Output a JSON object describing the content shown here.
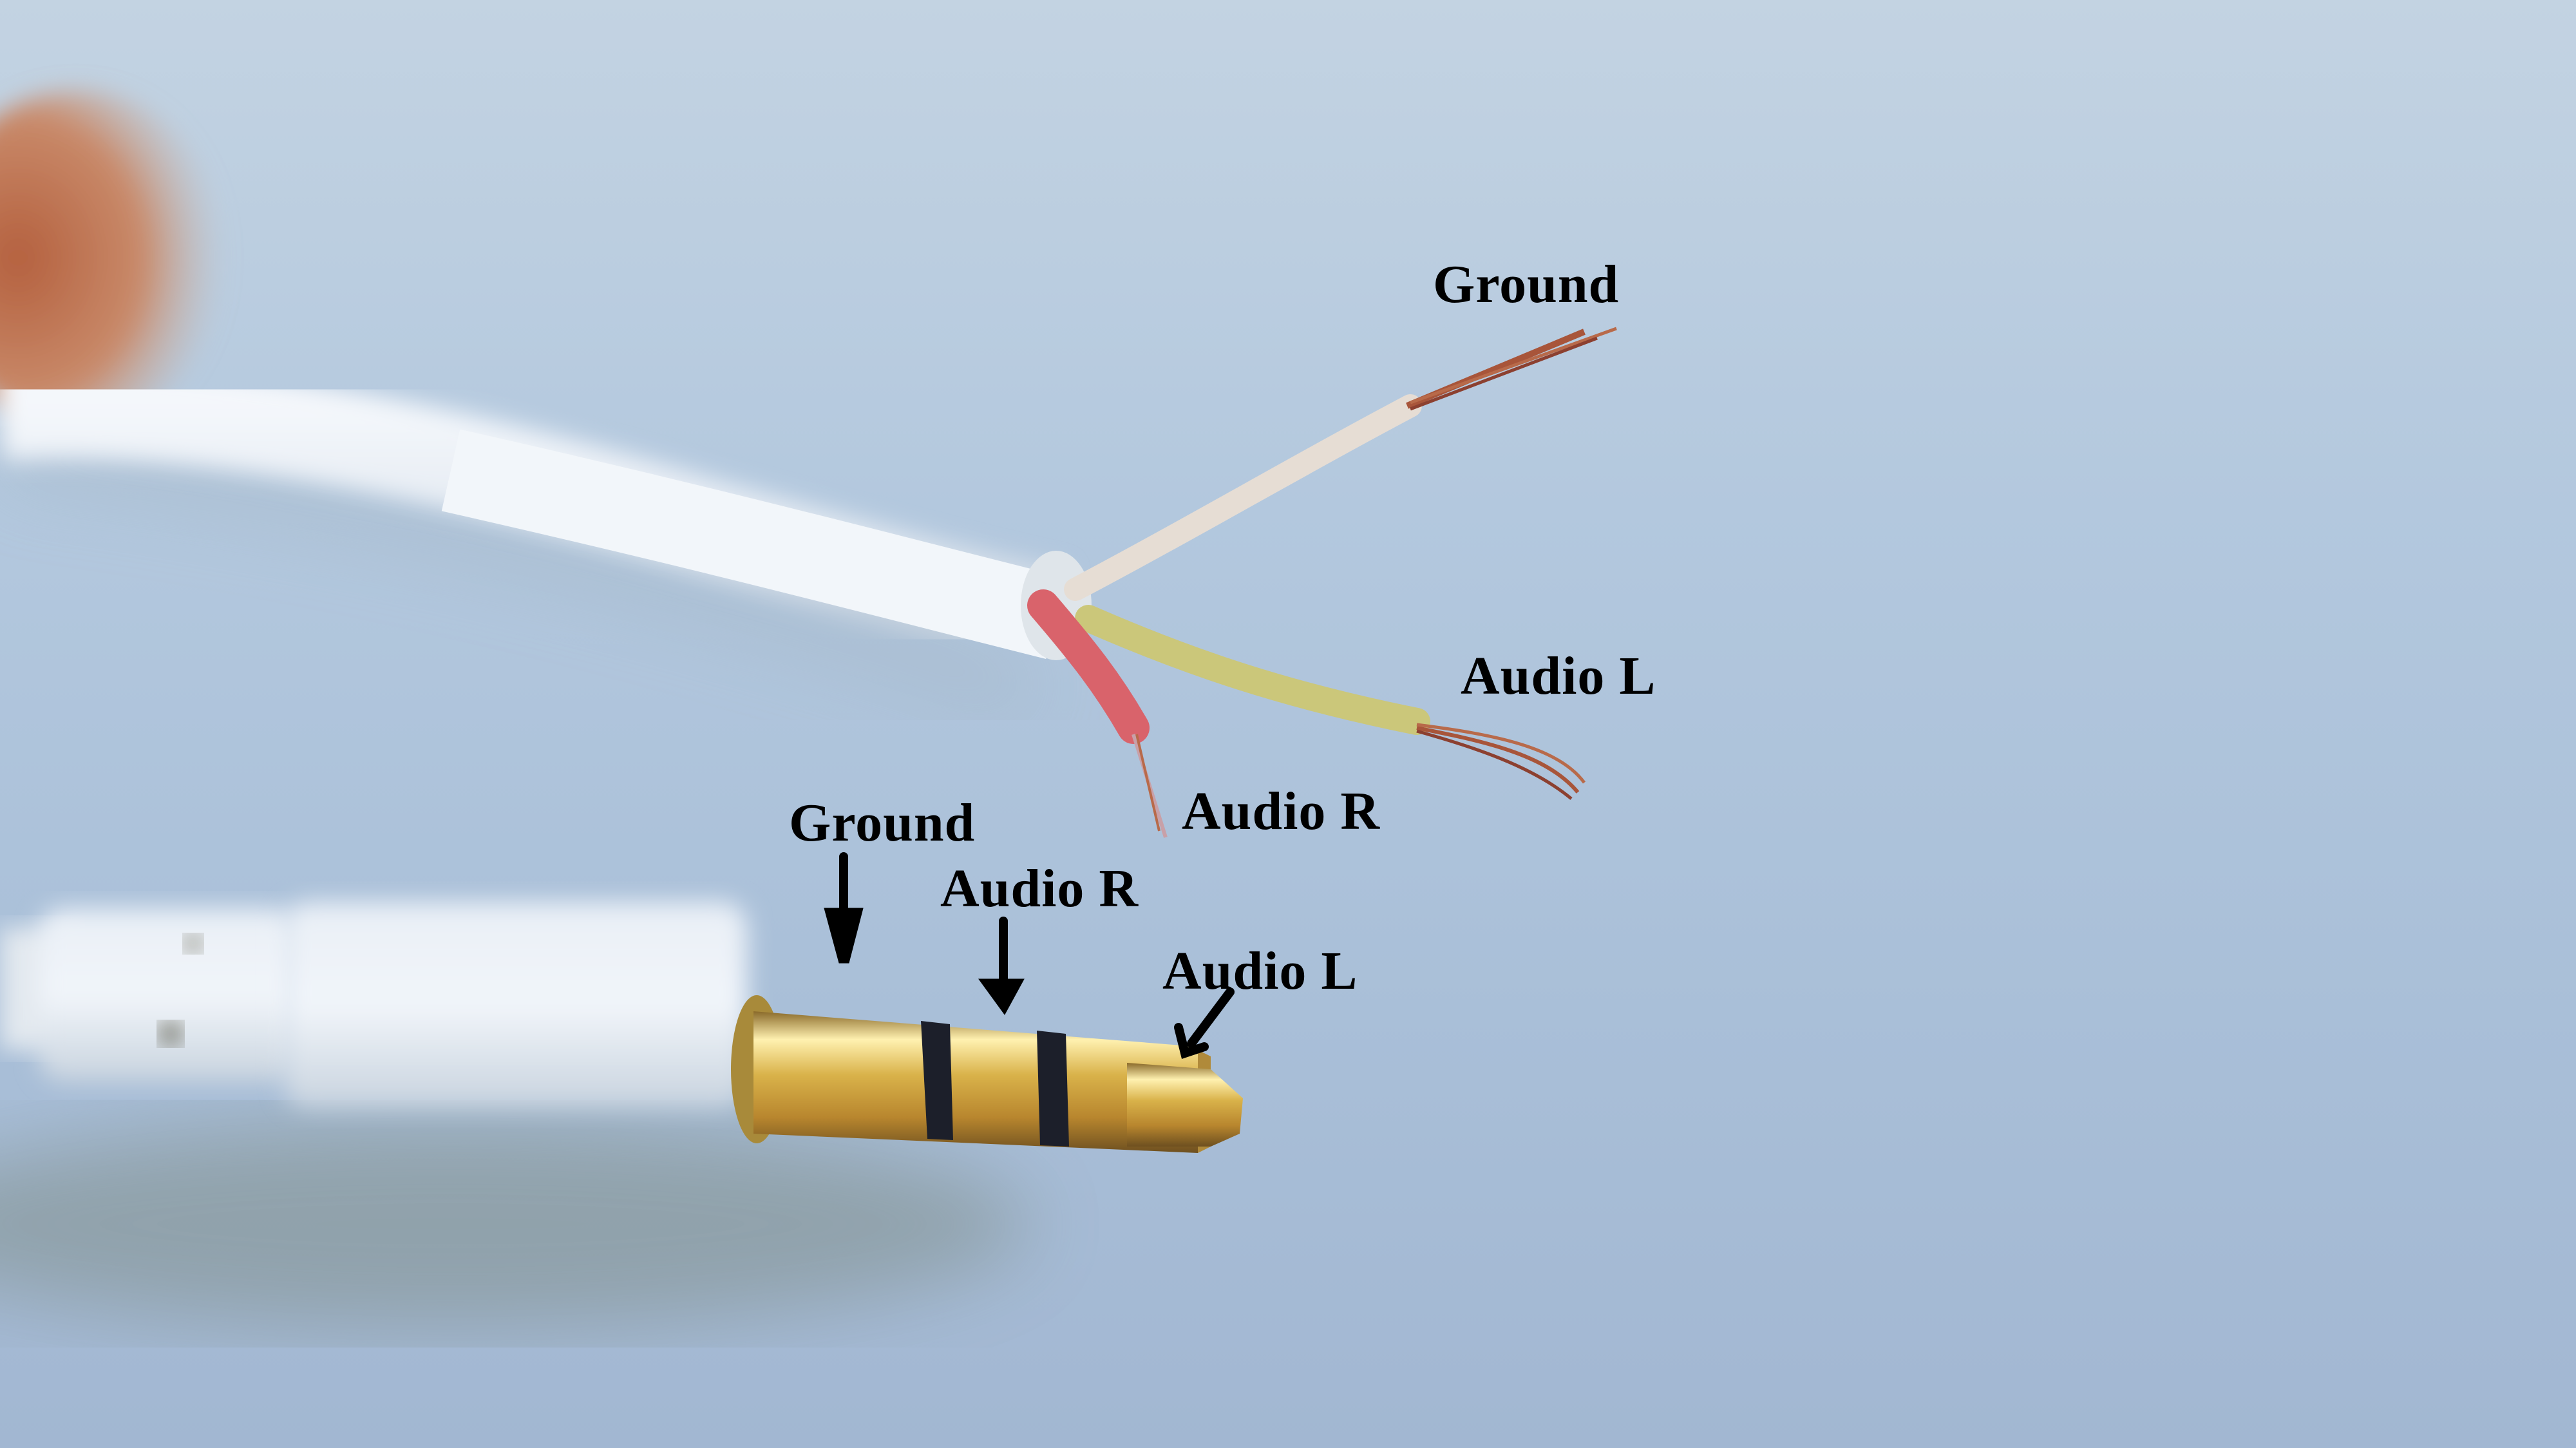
{
  "image": {
    "description": "Stripped 3.5mm headphone cable with wires and TRS plug labeled",
    "background_color": "#b3c8de"
  },
  "wire_labels": {
    "ground": "Ground",
    "audio_l": "Audio L",
    "audio_r": "Audio R"
  },
  "plug_labels": {
    "ground": "Ground",
    "audio_r": "Audio R",
    "audio_l": "Audio L"
  },
  "colors": {
    "ground_wire": "#e6ddd4",
    "audio_r_wire": "#d9636b",
    "audio_l_wire": "#cbc77a",
    "copper": "#a8553a",
    "plug_gold": "#d9b24a",
    "insulator_ring": "#1c1f2a",
    "cable_jacket": "#e8eef4",
    "finger": "#c98a6a"
  }
}
